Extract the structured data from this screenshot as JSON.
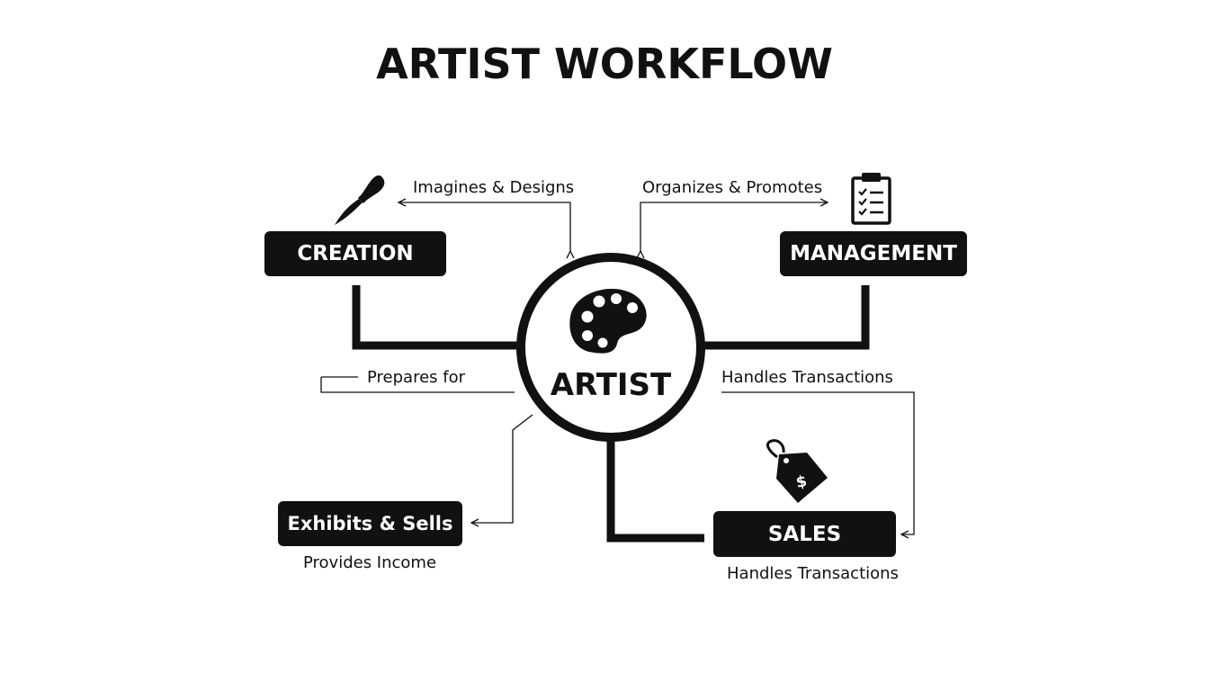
{
  "title": "ARTIST WORKFLOW",
  "hub": {
    "label": "ARTIST",
    "icon": "palette-icon"
  },
  "nodes": {
    "creation": {
      "label": "CREATION",
      "icon": "paintbrush-icon"
    },
    "management": {
      "label": "MANAGEMENT",
      "icon": "clipboard-checklist-icon"
    },
    "exhibits": {
      "label": "Exhibits & Sells"
    },
    "sales": {
      "label": "SALES",
      "icon": "price-tag-dollar-icon"
    }
  },
  "edge_labels": {
    "imagines": "Imagines & Designs",
    "organizes": "Organizes & Promotes",
    "prepares": "Prepares for",
    "handles_right": "Handles Transactions",
    "provides_income": "Provides Income",
    "handles_bottom": "Handles Transactions"
  },
  "colors": {
    "ink": "#111111",
    "background": "#ffffff",
    "box_text": "#ffffff"
  }
}
